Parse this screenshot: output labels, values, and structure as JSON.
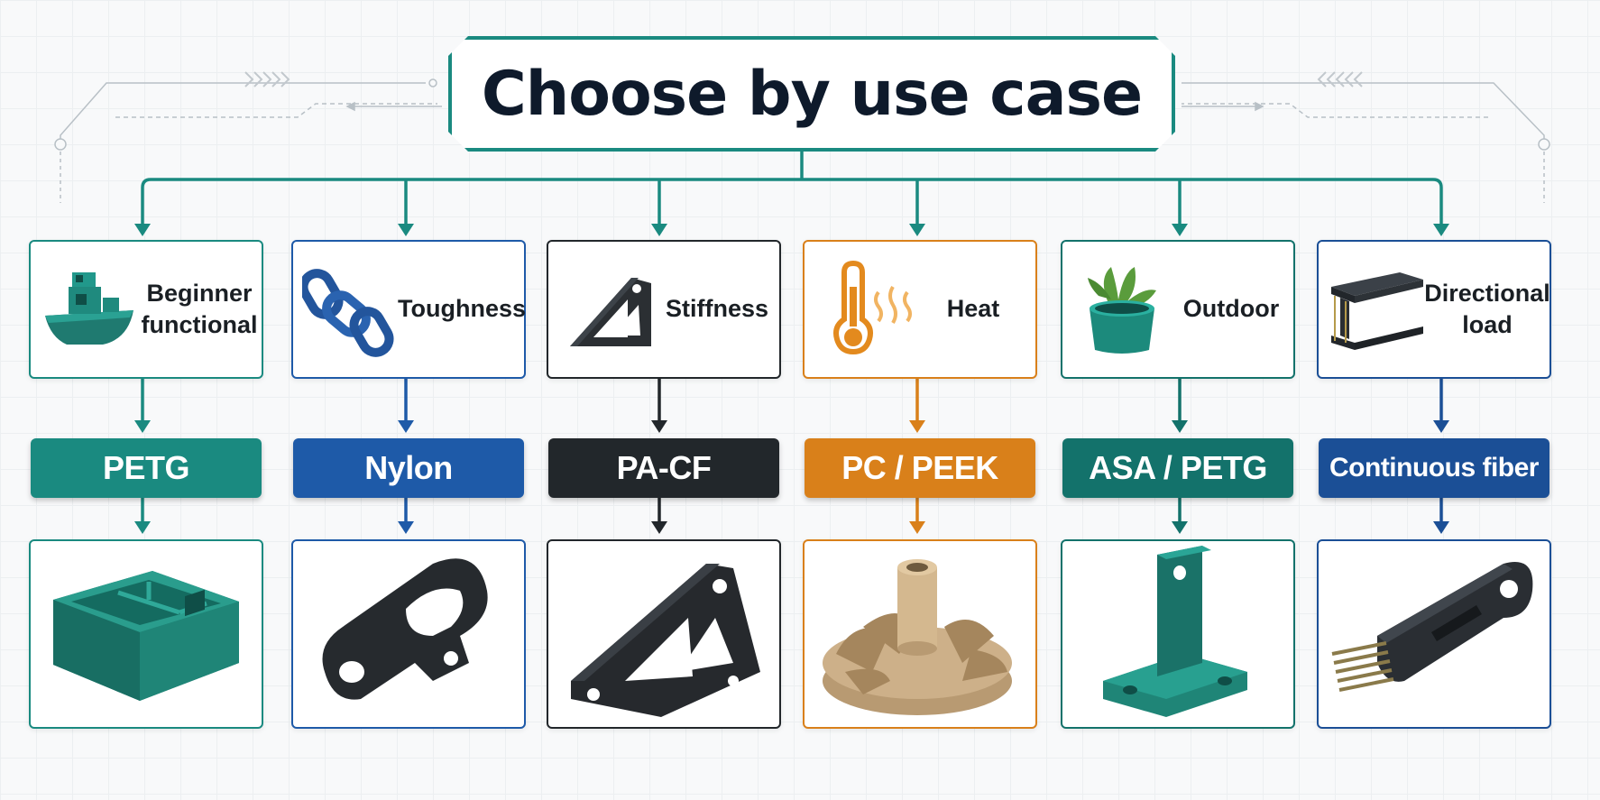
{
  "title": "Choose by use case",
  "colors": {
    "teal": "#1a8a80",
    "blue": "#1e5aa8",
    "black": "#22272b",
    "orange": "#d9801a",
    "dark_teal": "#13726b",
    "navy": "#1b4f96"
  },
  "columns": [
    {
      "use_case": "Beginner\nfunctional",
      "material": "PETG",
      "icon": "benchy-boat-icon",
      "part": "divided-box-part",
      "color": "#1a8a80"
    },
    {
      "use_case": "Toughness",
      "material": "Nylon",
      "icon": "chain-icon",
      "part": "hook-part",
      "color": "#1e5aa8"
    },
    {
      "use_case": "Stiffness",
      "material": "PA-CF",
      "icon": "bracket-icon",
      "part": "triangular-bracket-part",
      "color": "#22272b"
    },
    {
      "use_case": "Heat",
      "material": "PC / PEEK",
      "icon": "thermometer-icon",
      "part": "impeller-part",
      "color": "#d9801a"
    },
    {
      "use_case": "Outdoor",
      "material": "ASA / PETG",
      "icon": "plant-pot-icon",
      "part": "angle-bracket-part",
      "color": "#13726b"
    },
    {
      "use_case": "Directional\nload",
      "material": "Continuous fiber",
      "icon": "i-beam-icon",
      "part": "fiber-link-part",
      "color": "#1b4f96"
    }
  ]
}
